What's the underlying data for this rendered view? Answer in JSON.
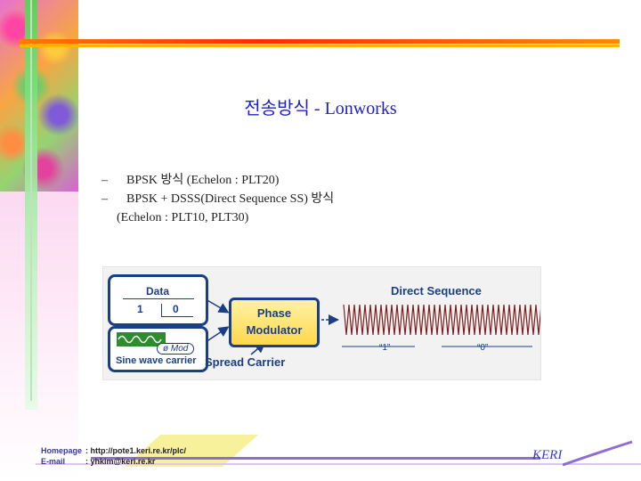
{
  "slide": {
    "title_kr": "전송방식",
    "title_sep": " - ",
    "title_en": "Lonworks",
    "bullets": [
      {
        "dash": "–",
        "text": "BPSK 방식 (Echelon : PLT20)"
      },
      {
        "dash": "–",
        "text": "BPSK + DSSS(Direct Sequence SS) 방식"
      }
    ],
    "bullet_continuation": "(Echelon : PLT10, PLT30)"
  },
  "diagram": {
    "data_label": "Data",
    "bit_one": "1",
    "bit_zero": "0",
    "mod_label": "ø Mod",
    "sine_label": "Sine wave carrier",
    "phase_line1": "Phase",
    "phase_line2": "Modulator",
    "spread_label": "Spread Carrier",
    "ds_label": "Direct Sequence",
    "mark_one": "“1”",
    "mark_zero": "“0”"
  },
  "footer": {
    "homepage_key": "Homepage",
    "homepage_value": "http://pote1.keri.re.kr/plc/",
    "email_key": "E-mail",
    "email_value": "yhkim@keri.re.kr",
    "colon": ":",
    "logo": "KERI"
  },
  "colors": {
    "title": "#2020c8",
    "rule": "#ff3300",
    "diagram_stroke": "#1b3f86",
    "modulator_fill": "#ffd84a",
    "carrier_green": "#2e8b2e",
    "footer_accent": "#8d6fd1"
  }
}
